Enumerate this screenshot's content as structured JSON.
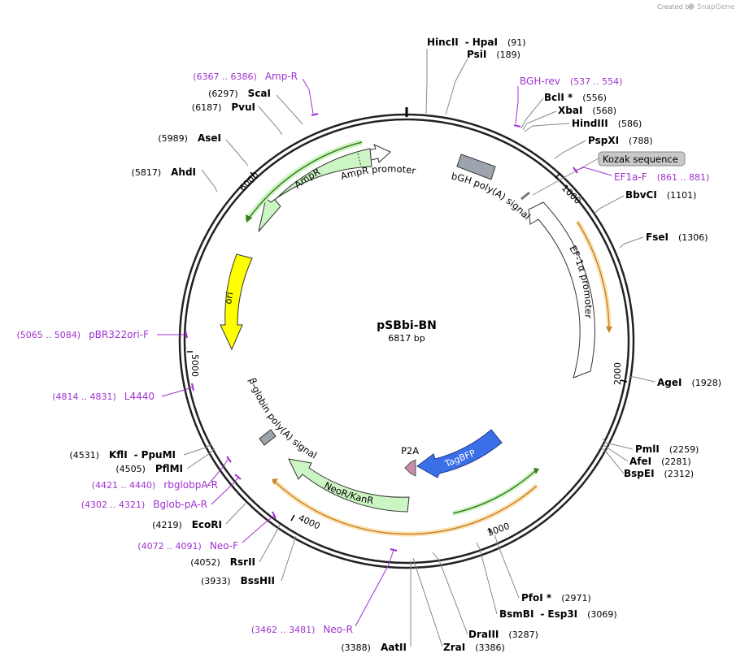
{
  "brand": {
    "prefix": "Created by",
    "name": "SnapGene"
  },
  "plasmid": {
    "name": "pSBbi-BN",
    "size_label": "6817 bp"
  },
  "ruler": [
    "1000",
    "2000",
    "3000",
    "4000",
    "5000",
    "6000"
  ],
  "enzymes": [
    {
      "name": "HincII",
      "sep": "-",
      "name2": "HpaI",
      "pos": "(91)"
    },
    {
      "name": "PsiI",
      "pos": "(189)"
    },
    {
      "name": "BclI *",
      "pos": "(556)"
    },
    {
      "name": "XbaI",
      "pos": "(568)"
    },
    {
      "name": "HindIII",
      "pos": "(586)"
    },
    {
      "name": "PspXI",
      "pos": "(788)"
    },
    {
      "name": "BbvCI",
      "pos": "(1101)"
    },
    {
      "name": "FseI",
      "pos": "(1306)"
    },
    {
      "name": "AgeI",
      "pos": "(1928)"
    },
    {
      "name": "PmlI",
      "pos": "(2259)"
    },
    {
      "name": "AfeI",
      "pos": "(2281)"
    },
    {
      "name": "BspEI",
      "pos": "(2312)"
    },
    {
      "name": "PfoI *",
      "pos": "(2971)"
    },
    {
      "name": "BsmBI",
      "sep": "-",
      "name2": "Esp3I",
      "pos": "(3069)"
    },
    {
      "name": "DraIII",
      "pos": "(3287)"
    },
    {
      "name": "ZraI",
      "pos": "(3386)"
    },
    {
      "name": "AatII",
      "pos": "(3388)"
    },
    {
      "name": "BssHII",
      "pos": "(3933)"
    },
    {
      "name": "RsrII",
      "pos": "(4052)"
    },
    {
      "name": "EcoRI",
      "pos": "(4219)"
    },
    {
      "name": "PflMI",
      "pos": "(4505)"
    },
    {
      "name": "KflI",
      "sep": "-",
      "name2": "PpuMI",
      "pos": "(4531)"
    },
    {
      "name": "AhdI",
      "pos": "(5817)"
    },
    {
      "name": "AseI",
      "pos": "(5989)"
    },
    {
      "name": "PvuI",
      "pos": "(6187)"
    },
    {
      "name": "ScaI",
      "pos": "(6297)"
    }
  ],
  "primers": [
    {
      "name": "Amp-R",
      "range": "(6367 .. 6386)"
    },
    {
      "name": "BGH-rev",
      "range": "(537 .. 554)"
    },
    {
      "name": "EF1a-F",
      "range": "(861 .. 881)"
    },
    {
      "name": "pBR322ori-F",
      "range": "(5065 .. 5084)"
    },
    {
      "name": "L4440",
      "range": "(4814 .. 4831)"
    },
    {
      "name": "rbglobpA-R",
      "range": "(4421 .. 4440)"
    },
    {
      "name": "Bglob-pA-R",
      "range": "(4302 .. 4321)"
    },
    {
      "name": "Neo-F",
      "range": "(4072 .. 4091)"
    },
    {
      "name": "Neo-R",
      "range": "(3462 .. 3481)"
    }
  ],
  "features": {
    "ampr": "AmpR",
    "ampr_promoter": "AmpR promoter",
    "ori": "ori",
    "bgh": "bGH poly(A) signal",
    "kozak": "Kozak sequence",
    "ef1a": "EF-1α promoter",
    "beta_globin": "β-globin poly(A) signal",
    "neokan": "NeoR/KanR",
    "p2a": "P2A",
    "tagbfp": "TagBFP"
  },
  "colors": {
    "backbone": "#222222",
    "ampr": "#ccf5c4",
    "ori": "#ffff00",
    "tagbfp": "#3b6fe8",
    "p2a": "#c98ba8",
    "polyA": "#9ea4ad",
    "primer": "#a030d0",
    "orange_orf": "#e8a23c",
    "green_orf": "#4a9a30"
  }
}
